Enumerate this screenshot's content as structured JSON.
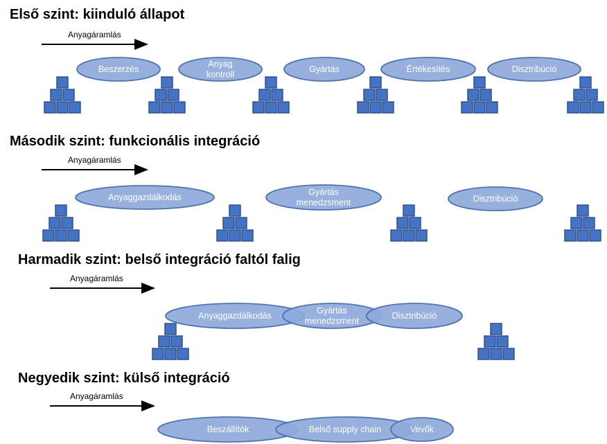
{
  "levels": [
    {
      "heading": "Első szint: kiinduló állapot",
      "flow_label": "Anyagáramlás",
      "ellipses": [
        {
          "lines": [
            "Beszerzés"
          ]
        },
        {
          "lines": [
            "Anyag",
            "kontroll"
          ]
        },
        {
          "lines": [
            "Gyártás"
          ]
        },
        {
          "lines": [
            "Értékesítés"
          ]
        },
        {
          "lines": [
            "Disztribúció"
          ]
        }
      ],
      "pyramid_count": 6
    },
    {
      "heading": "Második szint: funkcionális integráció",
      "flow_label": "Anyagáramlás",
      "ellipses": [
        {
          "lines": [
            "Anyaggazdálkodás"
          ]
        },
        {
          "lines": [
            "Gyártás",
            "menedzsment"
          ]
        },
        {
          "lines": [
            "Disztribúció"
          ]
        }
      ],
      "pyramid_count": 4
    },
    {
      "heading": "Harmadik szint: belső integráció faltól falig",
      "flow_label": "Anyagáramlás",
      "ellipses": [
        {
          "lines": [
            "Anyaggazdálkodás"
          ]
        },
        {
          "lines": [
            "Gyártás",
            "menedzsment"
          ]
        },
        {
          "lines": [
            "Disztribúció"
          ]
        }
      ],
      "pyramid_count": 2
    },
    {
      "heading": "Negyedik szint: külső integráció",
      "flow_label": "Anyagáramlás",
      "ellipses": [
        {
          "lines": [
            "Beszállítók"
          ]
        },
        {
          "lines": [
            "Belső supply chain"
          ]
        },
        {
          "lines": [
            "Vevők"
          ]
        }
      ],
      "pyramid_count": 0
    }
  ],
  "colors": {
    "ellipse_fill": "#8EA9DB",
    "ellipse_stroke": "#4F73AE",
    "cube_fill": "#4472C4",
    "cube_stroke": "#2F528F",
    "text": "#000000"
  }
}
